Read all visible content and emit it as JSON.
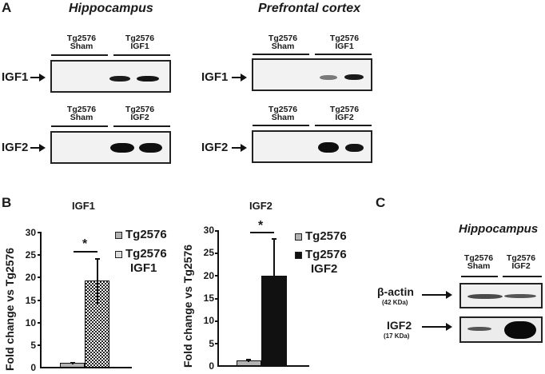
{
  "panel_a": {
    "letter": "A",
    "hippocampus": {
      "title": "Hippocampus",
      "igf1_blot": {
        "row_label": "IGF1",
        "groups": [
          {
            "line1": "Tg2576",
            "line2": "Sham"
          },
          {
            "line1": "Tg2576",
            "line2": "IGF1"
          }
        ]
      },
      "igf2_blot": {
        "row_label": "IGF2",
        "groups": [
          {
            "line1": "Tg2576",
            "line2": "Sham"
          },
          {
            "line1": "Tg2576",
            "line2": "IGF2"
          }
        ]
      }
    },
    "prefrontal": {
      "title": "Prefrontal cortex",
      "igf1_blot": {
        "row_label": "IGF1",
        "groups": [
          {
            "line1": "Tg2576",
            "line2": "Sham"
          },
          {
            "line1": "Tg2576",
            "line2": "IGF1"
          }
        ]
      },
      "igf2_blot": {
        "row_label": "IGF2",
        "groups": [
          {
            "line1": "Tg2576",
            "line2": "Sham"
          },
          {
            "line1": "Tg2576",
            "line2": "IGF2"
          }
        ]
      }
    }
  },
  "panel_b": {
    "letter": "B",
    "igf1_chart": {
      "title": "IGF1",
      "ylabel": "Fold change vs Tg2576",
      "ticks": [
        "30",
        "25",
        "20",
        "15",
        "10",
        "5",
        "0"
      ],
      "significance": "*",
      "legend": [
        {
          "label_line1": "Tg2576",
          "label_line2": ""
        },
        {
          "label_line1": "Tg2576",
          "label_line2": "IGF1"
        }
      ]
    },
    "igf2_chart": {
      "title": "IGF2",
      "ylabel": "Fold change vs Tg2576",
      "ticks": [
        "30",
        "25",
        "20",
        "15",
        "10",
        "5",
        "0"
      ],
      "significance": "*",
      "legend": [
        {
          "label_line1": "Tg2576",
          "label_line2": ""
        },
        {
          "label_line1": "Tg2576",
          "label_line2": "IGF2"
        }
      ]
    }
  },
  "panel_c": {
    "letter": "C",
    "title": "Hippocampus",
    "groups": [
      {
        "line1": "Tg2576",
        "line2": "Sham"
      },
      {
        "line1": "Tg2576",
        "line2": "IGF2"
      }
    ],
    "rows": [
      {
        "label": "β-actin",
        "kda": "(42 KDa)"
      },
      {
        "label": "IGF2",
        "kda": "(17 KDa)"
      }
    ]
  },
  "chart_data": [
    {
      "type": "bar",
      "title": "IGF1",
      "xlabel": "",
      "ylabel": "Fold change vs Tg2576",
      "ylim": [
        0,
        30
      ],
      "yticks": [
        0,
        5,
        10,
        15,
        20,
        25,
        30
      ],
      "grid": false,
      "legend_position": "right",
      "categories": [
        "Tg2576",
        "Tg2576 IGF1"
      ],
      "values": [
        1.0,
        19.2
      ],
      "error_bars": [
        0.2,
        4.8
      ],
      "bar_styles": [
        "gray",
        "checkered"
      ],
      "annotations": [
        {
          "text": "*",
          "between": [
            "Tg2576",
            "Tg2576 IGF1"
          ]
        }
      ]
    },
    {
      "type": "bar",
      "title": "IGF2",
      "xlabel": "",
      "ylabel": "Fold change vs Tg2576",
      "ylim": [
        0,
        30
      ],
      "yticks": [
        0,
        5,
        10,
        15,
        20,
        25,
        30
      ],
      "grid": false,
      "legend_position": "right",
      "categories": [
        "Tg2576",
        "Tg2576 IGF2"
      ],
      "values": [
        1.1,
        20.0
      ],
      "error_bars": [
        0.3,
        8.0
      ],
      "bar_styles": [
        "gray",
        "black"
      ],
      "annotations": [
        {
          "text": "*",
          "between": [
            "Tg2576",
            "Tg2576 IGF2"
          ]
        }
      ]
    }
  ]
}
